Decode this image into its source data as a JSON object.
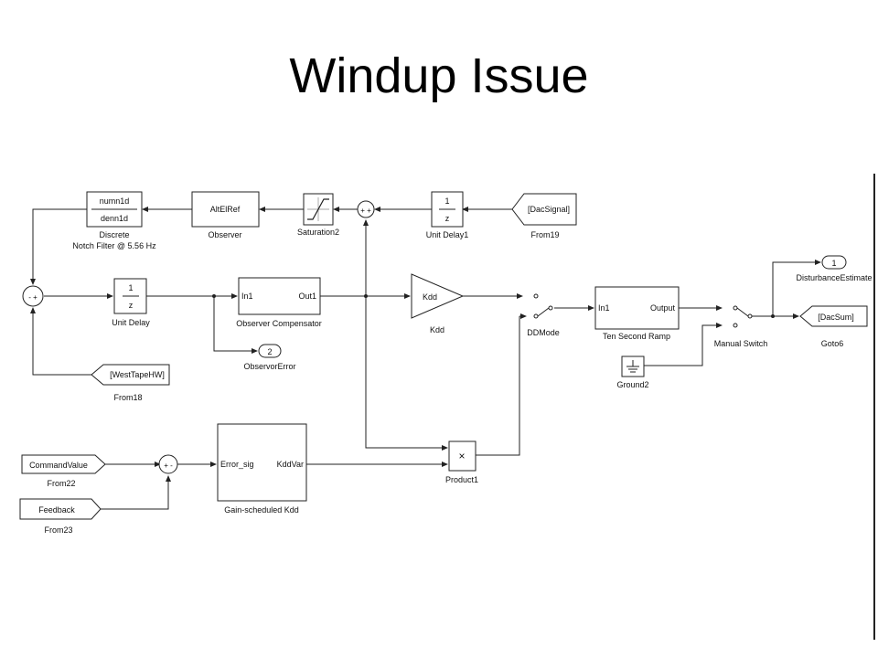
{
  "slide": {
    "title": "Windup Issue"
  },
  "blocks": {
    "discrete_filter": {
      "num": "numn1d",
      "den": "denn1d",
      "caption1": "Discrete",
      "caption2": "Notch Filter @ 5.56 Hz"
    },
    "observer": {
      "label": "AltElRef",
      "caption": "Observer"
    },
    "saturation": {
      "caption": "Saturation2"
    },
    "sum_top": {
      "signs": "+ +"
    },
    "unit_delay1": {
      "num": "1",
      "den": "z",
      "caption": "Unit Delay1"
    },
    "from19": {
      "tag": "[DacSignal]",
      "caption": "From19"
    },
    "sum_left": {
      "signs": "- +"
    },
    "unit_delay": {
      "num": "1",
      "den": "z",
      "caption": "Unit Delay"
    },
    "observer_comp": {
      "in": "In1",
      "out": "Out1",
      "caption": "Observer Compensator"
    },
    "out2": {
      "label": "2",
      "caption": "ObservorError"
    },
    "from18": {
      "tag": "[WestTapeHW]",
      "caption": "From18"
    },
    "gain_kdd": {
      "label": "Kdd",
      "caption": "Kdd"
    },
    "ddmode": {
      "caption": "DDMode"
    },
    "ten_second_ramp": {
      "in": "In1",
      "out": "Output",
      "caption": "Ten Second Ramp"
    },
    "manual_switch": {
      "caption": "Manual Switch"
    },
    "ground2": {
      "caption": "Ground2"
    },
    "out1": {
      "label": "1",
      "caption": "DisturbanceEstimate"
    },
    "goto6": {
      "tag": "[DacSum]",
      "caption": "Goto6"
    },
    "from22": {
      "tag": "CommandValue",
      "caption": "From22"
    },
    "from23": {
      "tag": "Feedback",
      "caption": "From23"
    },
    "sum_cmd": {
      "signs": "+ -"
    },
    "gain_scheduled": {
      "in": "Error_sig",
      "out": "KddVar",
      "caption": "Gain-scheduled Kdd"
    },
    "product1": {
      "label": "×",
      "caption": "Product1"
    }
  }
}
